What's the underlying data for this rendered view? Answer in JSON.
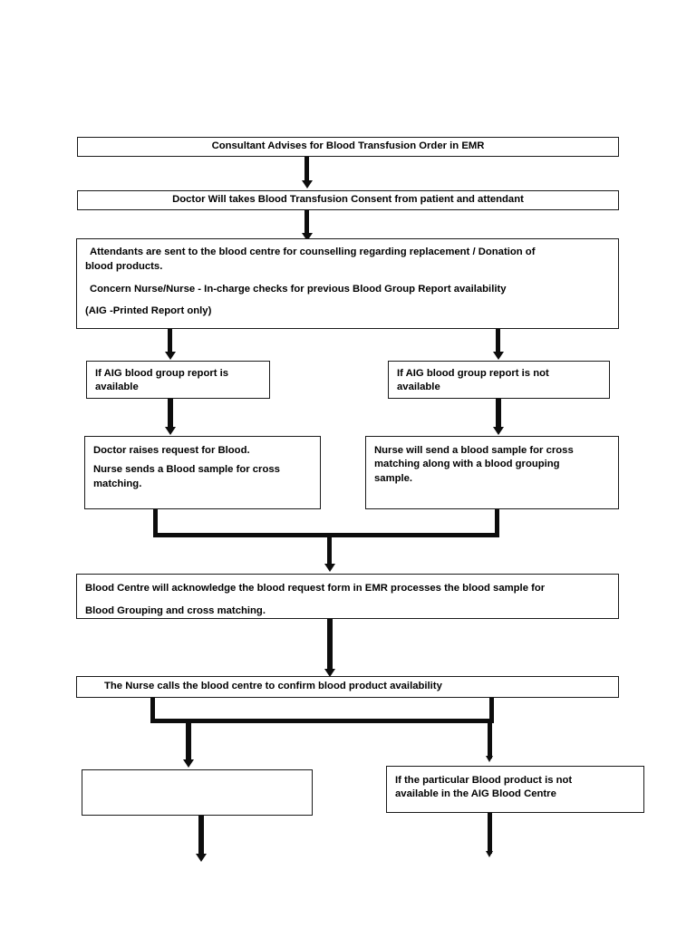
{
  "document": {
    "title": "Blood Transfusion Order Process Flowchart",
    "type": "flowchart",
    "background_color": "#ffffff",
    "line_color": "#0d0d0d",
    "box_border_color": "#1a1a1a"
  },
  "nodes": {
    "consultant_order": {
      "text": "Consultant Advises for Blood Transfusion Order in EMR"
    },
    "consent": {
      "text": "Doctor Will takes Blood Transfusion Consent from patient and attendant"
    },
    "attendants": {
      "line1": "Attendants are sent to the blood centre for counselling regarding replacement / Donation of",
      "line2": "blood products.",
      "line3": "Concern Nurse/Nurse - In-charge checks for previous Blood Group Report availability",
      "line4": "(AIG -Printed Report only)"
    },
    "report_available": {
      "line1": "If AIG blood group report is",
      "line2": "available"
    },
    "report_not_available": {
      "line1": "If AIG blood group report is not",
      "line2": "available"
    },
    "doctor_raises_request": {
      "line1": "Doctor raises request for Blood.",
      "line2": "Nurse sends a Blood sample for cross",
      "line3": "matching."
    },
    "nurse_sends_sample": {
      "line1": "Nurse will send a blood sample for cross",
      "line2": "matching along with a blood grouping",
      "line3": "sample."
    },
    "blood_centre_ack": {
      "line1": "Blood Centre will acknowledge the blood request form in EMR processes the blood sample for",
      "line2": "Blood Grouping and cross matching."
    },
    "nurse_calls": {
      "text": "The Nurse calls the blood centre to confirm blood product availability"
    },
    "blank_outcome": {
      "text": ""
    },
    "product_not_available": {
      "line1": "If the particular Blood product is not",
      "line2": "available in the AIG Blood Centre"
    }
  },
  "connectors": [
    {
      "name": "consultant-to-consent",
      "kind": "arrow-down"
    },
    {
      "name": "consent-to-attendants",
      "kind": "arrow-down"
    },
    {
      "name": "attendants-to-report-available",
      "kind": "arrow-down"
    },
    {
      "name": "attendants-to-report-not-available",
      "kind": "arrow-down"
    },
    {
      "name": "report-available-to-doctor-request",
      "kind": "arrow-down"
    },
    {
      "name": "report-not-available-to-nurse-sample",
      "kind": "arrow-down"
    },
    {
      "name": "merge-to-blood-centre",
      "kind": "merge-arrow-down"
    },
    {
      "name": "blood-centre-to-nurse-calls",
      "kind": "arrow-down"
    },
    {
      "name": "nurse-calls-split-left",
      "kind": "split-arrow-down"
    },
    {
      "name": "nurse-calls-split-right",
      "kind": "split-arrow-down"
    },
    {
      "name": "blank-outcome-continues",
      "kind": "arrow-down"
    },
    {
      "name": "product-not-available-continues",
      "kind": "arrow-down"
    }
  ]
}
